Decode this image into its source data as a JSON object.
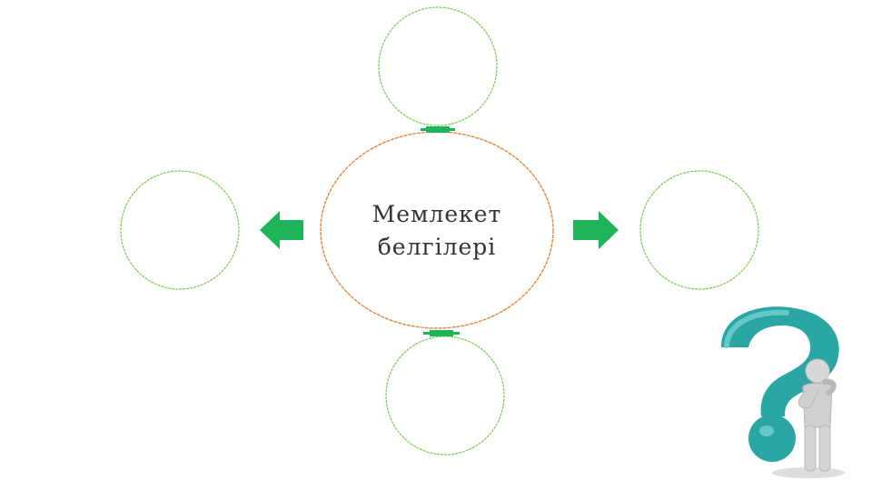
{
  "diagram": {
    "center_label": "Мемлекет\nбелгілері",
    "colors": {
      "center_circle_stroke": "#e8863a",
      "outer_circle_stroke": "#7acb4f",
      "arrow_fill": "#1fb35a",
      "connector_fill": "#1fb35a",
      "question_mark": "#2aa6a4"
    },
    "outer_nodes": [
      {
        "position": "top",
        "label": ""
      },
      {
        "position": "left",
        "label": ""
      },
      {
        "position": "right",
        "label": ""
      },
      {
        "position": "bottom",
        "label": ""
      }
    ],
    "decoration": {
      "illustration": "thinking-person-with-question-mark"
    }
  }
}
